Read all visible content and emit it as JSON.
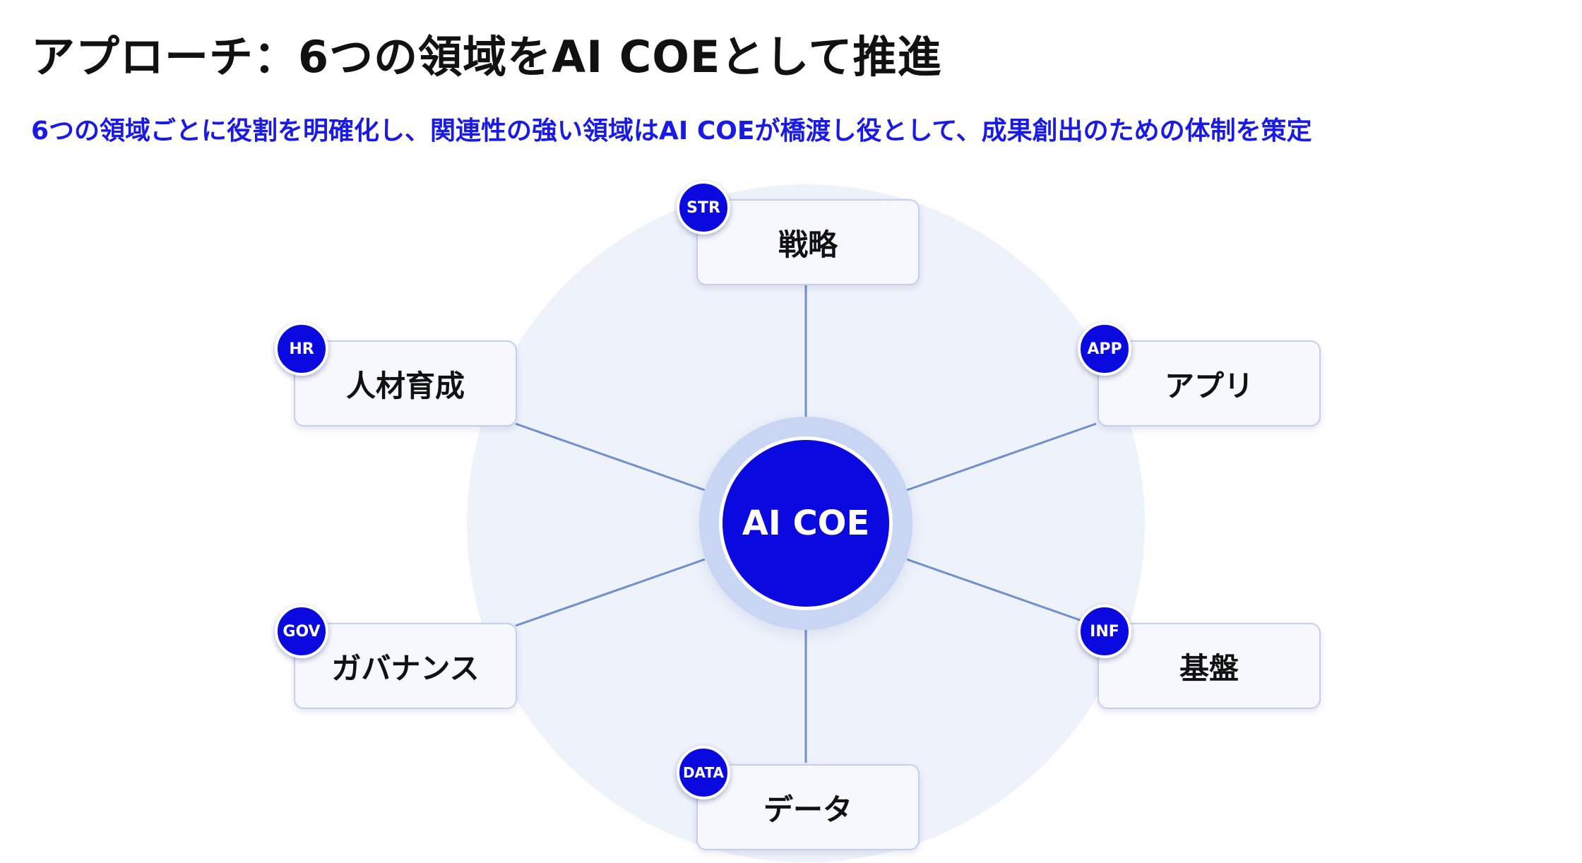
{
  "header": {
    "title": "アプローチ：6つの領域をAI COEとして推進",
    "subtitle": "6つの領域ごとに役割を明確化し、関連性の強い領域はAI COEが橋渡し役として、成果創出のための体制を策定"
  },
  "hub": {
    "label": "AI COE"
  },
  "domains": [
    {
      "code": "STR",
      "label": "戦略"
    },
    {
      "code": "HR",
      "label": "人材育成"
    },
    {
      "code": "APP",
      "label": "アプリ"
    },
    {
      "code": "GOV",
      "label": "ガバナンス"
    },
    {
      "code": "INF",
      "label": "基盤"
    },
    {
      "code": "DATA",
      "label": "データ"
    }
  ],
  "colors": {
    "accent": "#0a0ae0",
    "subtitle": "#1a1ae6",
    "background_circle": "#eef2fb",
    "hub_ring": "#c8d6f4",
    "connector": "#6f8fcf",
    "node_fill": "#f6f8fd",
    "node_border": "#c3d1ec"
  }
}
